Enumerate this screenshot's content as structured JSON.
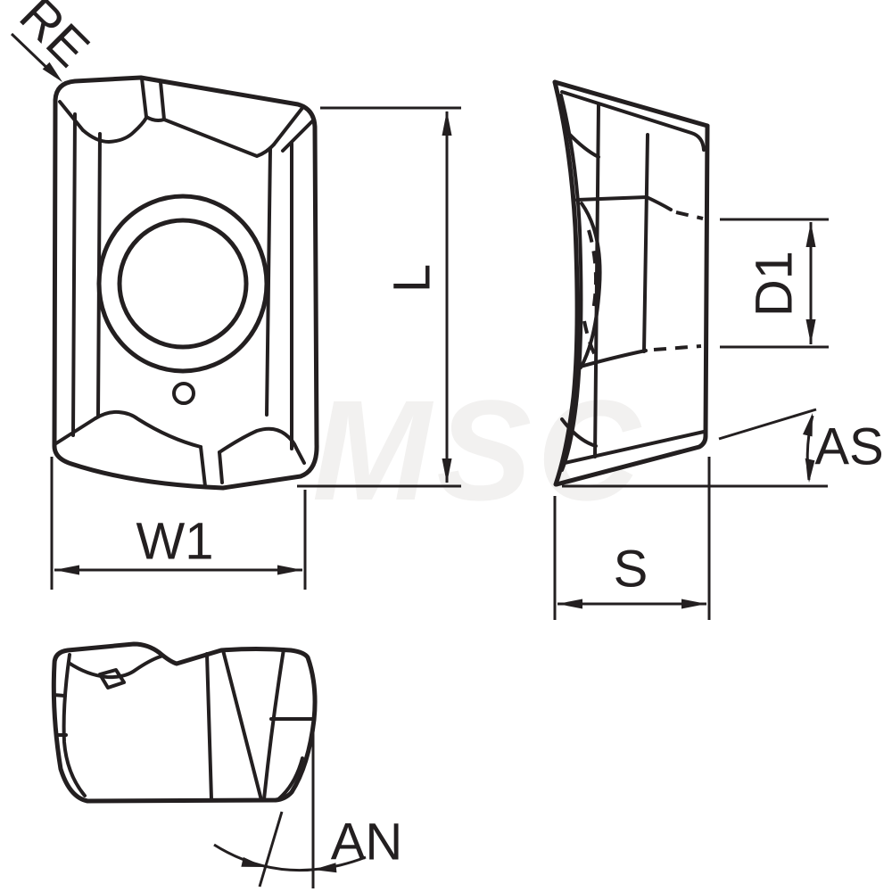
{
  "drawing": {
    "watermark": "MSC",
    "colors": {
      "line": "#231f20",
      "watermark": "#f2f1f0",
      "background": "#ffffff"
    },
    "labels": {
      "re": "RE",
      "l": "L",
      "w1": "W1",
      "d1": "D1",
      "as": "AS",
      "s": "S",
      "an": "AN"
    }
  }
}
